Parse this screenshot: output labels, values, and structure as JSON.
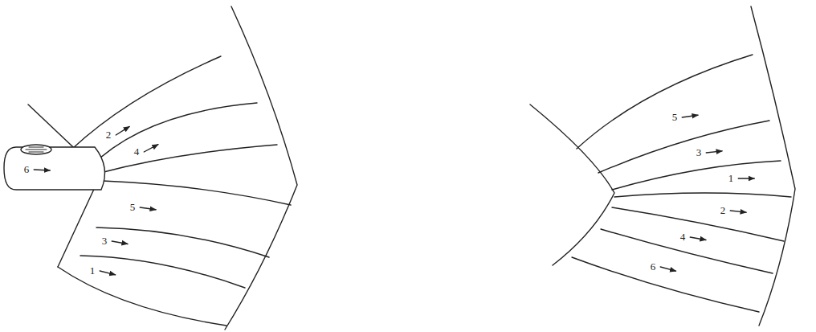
{
  "diagram": {
    "labels": [
      "2",
      "4",
      "6",
      "5",
      "3",
      "1",
      "5",
      "3",
      "1",
      "2",
      "4",
      "6"
    ]
  }
}
